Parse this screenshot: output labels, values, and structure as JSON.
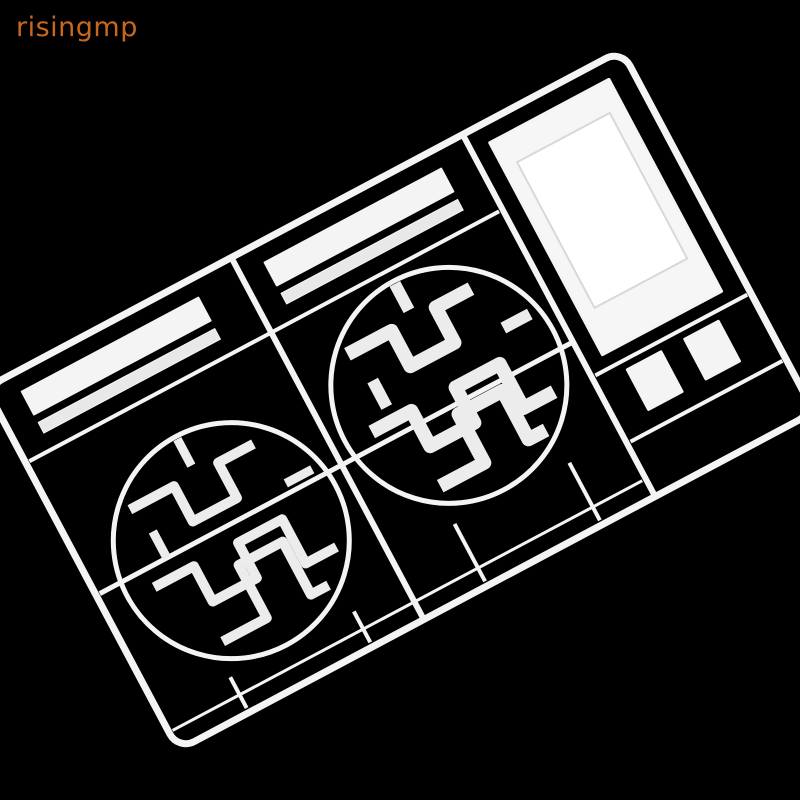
{
  "watermark": {
    "text": "risingmp",
    "color": "#c7681e"
  },
  "colors": {
    "background": "#000000",
    "plastic": "#f4f4f4",
    "plastic_shadow": "#cfcfcf"
  },
  "photo": {
    "subject-icon": "plastic-window-grille-sprue-frame",
    "medallion_count": 2
  }
}
